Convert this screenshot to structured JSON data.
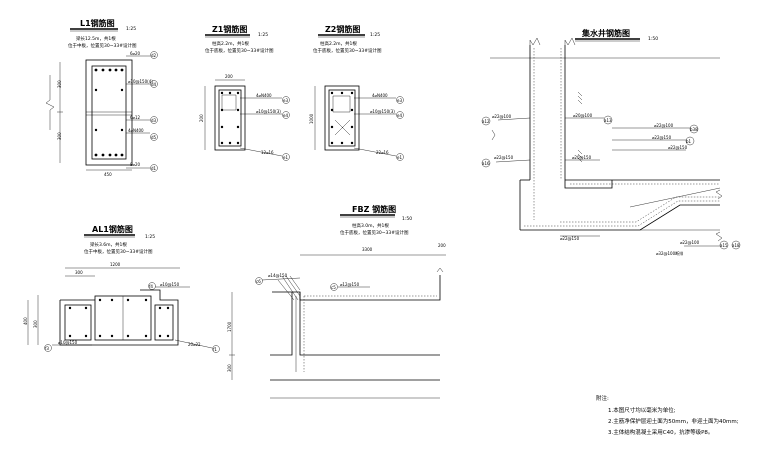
{
  "drawings": {
    "l1": {
      "title": "L1钢筋图",
      "scale": "1:25",
      "note1": "梁长12.5m，共1根",
      "note2": "位于中板，位置见30~33#设计图",
      "dims": {
        "width": "450",
        "upper": "300",
        "lower": "300"
      },
      "labels": [
        "6⌀20",
        "⌀10@150(4)",
        "6⌀12",
        "4⌀N400",
        "8⌀20"
      ],
      "tags": [
        "d2",
        "d4",
        "d3",
        "d5",
        "d1"
      ]
    },
    "z1": {
      "title": "Z1钢筋图",
      "scale": "1:25",
      "note1": "柱高2.2m，共1根",
      "note2": "位于底板，位置见30~33#设计图",
      "dims": {
        "width": "200",
        "height": "200"
      },
      "labels": [
        "4⌀N400",
        "⌀10@150(3)",
        "12⌀16"
      ],
      "tags": [
        "e3",
        "e4",
        "e1"
      ]
    },
    "z2": {
      "title": "Z2钢筋图",
      "scale": "1:25",
      "note1": "柱高2.2m，共1根",
      "note2": "位于底板，位置见30~33#设计图",
      "dims": {
        "height": "1000"
      },
      "labels": [
        "4⌀N400",
        "⌀10@150(3)",
        "22⌀16"
      ],
      "tags": [
        "e3",
        "e4",
        "e1"
      ]
    },
    "al1": {
      "title": "AL1钢筋图",
      "scale": "1:25",
      "note1": "梁长3.6m，共1根",
      "note2": "位于中板，位置见30~33#设计图",
      "dims": {
        "width": "1200",
        "inner": "300",
        "height": "400",
        "inner_height": "300"
      },
      "labels": [
        "⌀10@150",
        "⌀10@150",
        "20⌀22"
      ],
      "tags": [
        "f4",
        "f3",
        "f1"
      ]
    },
    "fbz": {
      "title": "FBZ 钢筋图",
      "scale": "1:50",
      "note1": "柱高3.0m，共1根",
      "note2": "位于底板，位置见30~33#设计图",
      "dims": {
        "width": "3300",
        "edge": "200",
        "height": "1700",
        "base": "300"
      },
      "labels": [
        "⌀14@150",
        "⌀12@150"
      ],
      "tags": [
        "c6",
        "c5"
      ]
    },
    "pit": {
      "title": "集水井钢筋图",
      "scale": "1:50",
      "labels": [
        "⌀22@100",
        "⌀20@100",
        "⌀22@100",
        "⌀22@150",
        "⌀22@150",
        "⌀20@150",
        "⌀22@150",
        "⌀32@100断排"
      ],
      "tags": [
        "a12",
        "a13",
        "b38",
        "b1",
        "a16",
        "a15",
        "a18"
      ]
    }
  },
  "notes": {
    "header": "附注:",
    "items": [
      "1.本图尺寸均以毫米为单位;",
      "2.主筋净保护层迎土面为50mm，非迎土面为40mm;",
      "3.主体结构混凝土采用C40，抗渗等级P8。"
    ]
  }
}
